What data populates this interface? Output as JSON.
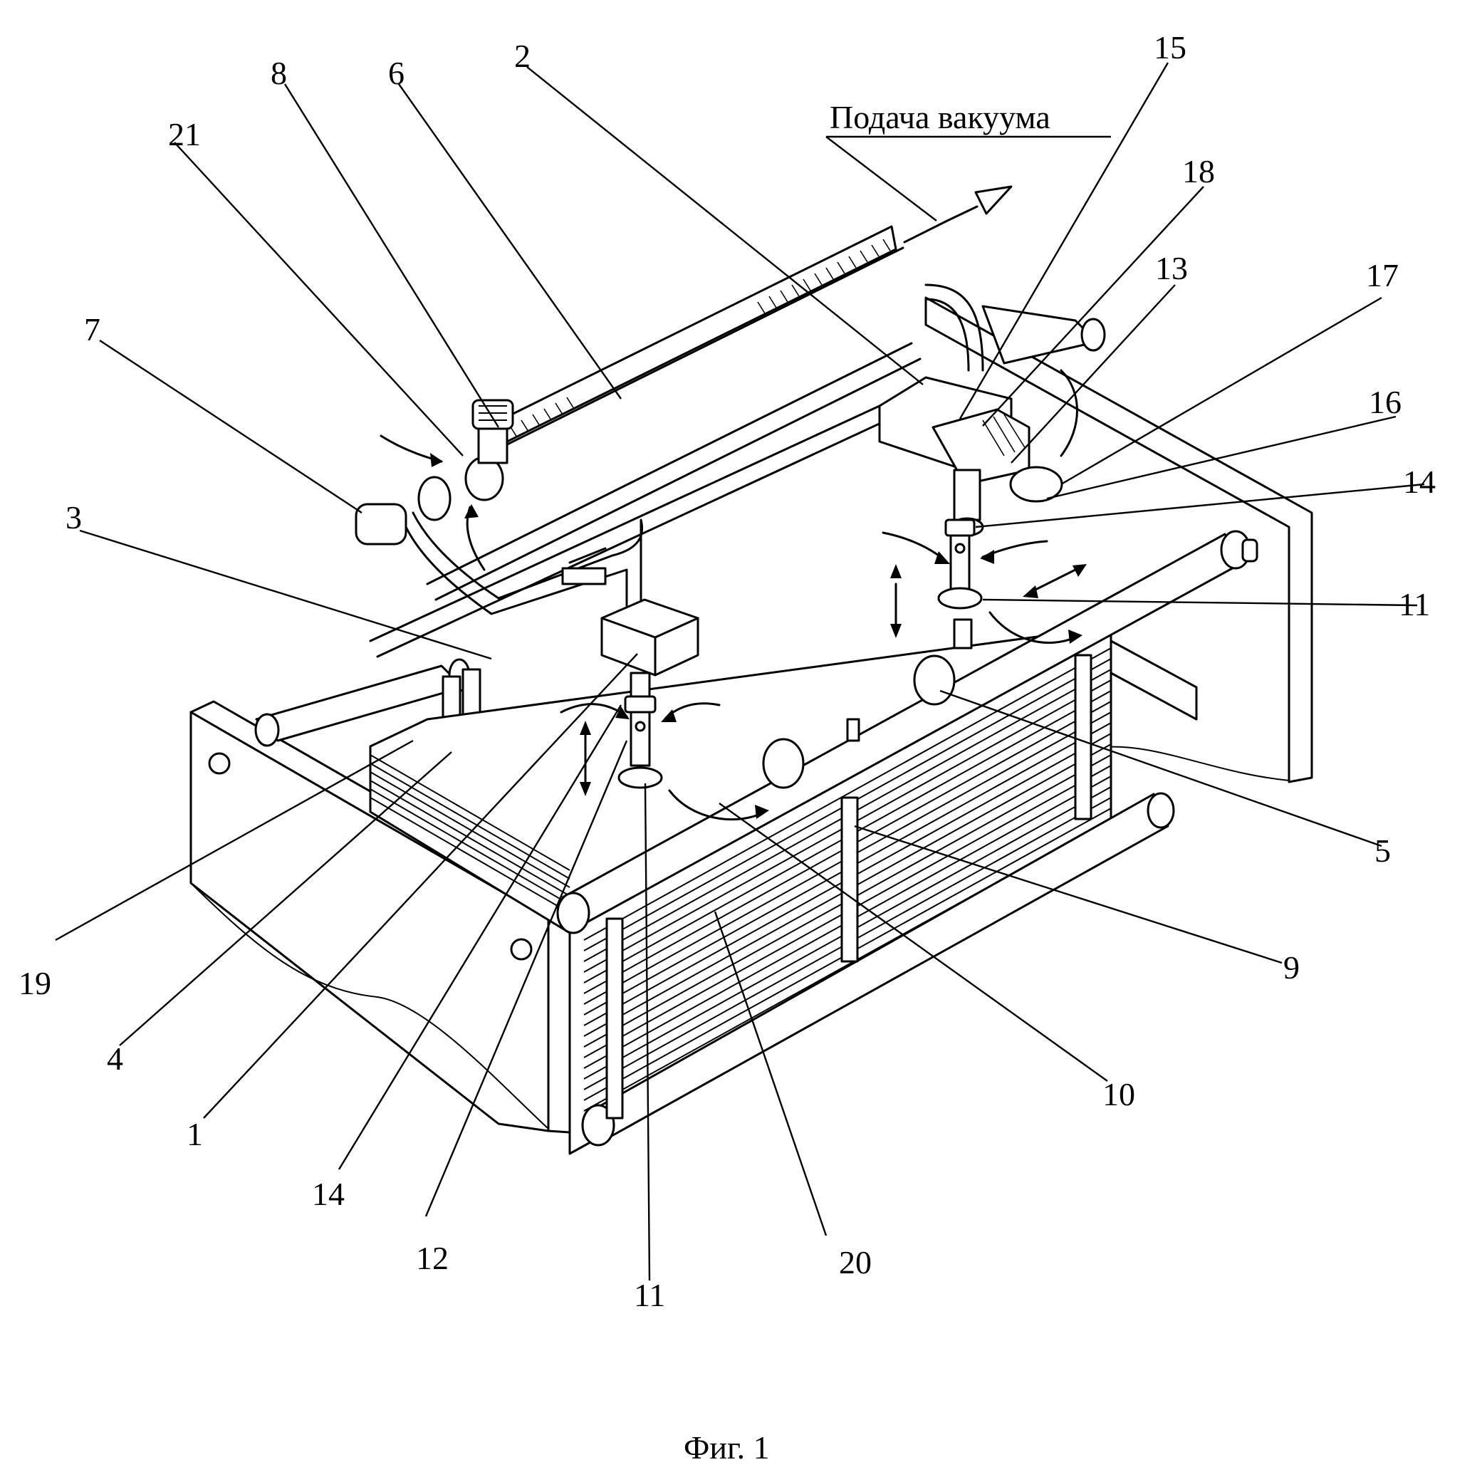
{
  "figure": {
    "caption": "Фиг. 1",
    "annotation": "Подача вакуума"
  },
  "labels": [
    {
      "id": "l8",
      "text": "8"
    },
    {
      "id": "l6",
      "text": "6"
    },
    {
      "id": "l2",
      "text": "2"
    },
    {
      "id": "l15",
      "text": "15"
    },
    {
      "id": "l21",
      "text": "21"
    },
    {
      "id": "l18",
      "text": "18"
    },
    {
      "id": "l13",
      "text": "13"
    },
    {
      "id": "l17",
      "text": "17"
    },
    {
      "id": "l7",
      "text": "7"
    },
    {
      "id": "l16",
      "text": "16"
    },
    {
      "id": "l14r",
      "text": "14"
    },
    {
      "id": "l3",
      "text": "3"
    },
    {
      "id": "l11r",
      "text": "11"
    },
    {
      "id": "l5",
      "text": "5"
    },
    {
      "id": "l9",
      "text": "9"
    },
    {
      "id": "l19",
      "text": "19"
    },
    {
      "id": "l10",
      "text": "10"
    },
    {
      "id": "l4",
      "text": "4"
    },
    {
      "id": "l1",
      "text": "1"
    },
    {
      "id": "l14l",
      "text": "14"
    },
    {
      "id": "l20",
      "text": "20"
    },
    {
      "id": "l12",
      "text": "12"
    },
    {
      "id": "l11l",
      "text": "11"
    }
  ]
}
